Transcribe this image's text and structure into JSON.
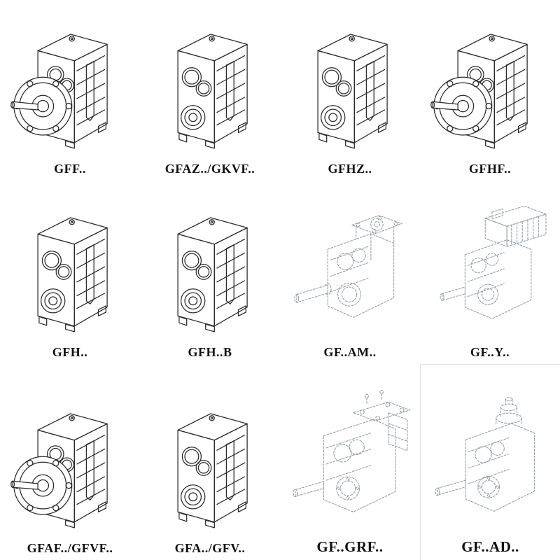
{
  "colors": {
    "background": "#ffffff",
    "solid_line": "#2b2b2b",
    "dashed_line": "#98a0a6",
    "label_text": "#101010"
  },
  "catalog": {
    "items": [
      {
        "label": "GFF..",
        "drawing": "flange-mounted-gearbox",
        "line_style": "solid"
      },
      {
        "label": "GFAZ../GKVF..",
        "drawing": "shaft-mounted-gearbox-face",
        "line_style": "solid"
      },
      {
        "label": "GFHZ..",
        "drawing": "shaft-mounted-gearbox-face",
        "line_style": "solid"
      },
      {
        "label": "GFHF..",
        "drawing": "flange-mounted-gearbox",
        "line_style": "solid"
      },
      {
        "label": "GFH..",
        "drawing": "shaft-mounted-gearbox-face",
        "line_style": "solid"
      },
      {
        "label": "GFH..B",
        "drawing": "shaft-mounted-gearbox-face",
        "line_style": "solid"
      },
      {
        "label": "GF..AM..",
        "drawing": "gearbox-with-top-flange-adapter",
        "line_style": "dashed"
      },
      {
        "label": "GF..Y..",
        "drawing": "gearbox-with-motor",
        "line_style": "dashed"
      },
      {
        "label": "GFAF../GFVF..",
        "drawing": "flange-mounted-gearbox",
        "line_style": "solid"
      },
      {
        "label": "GFA../GFV..",
        "drawing": "shaft-mounted-gearbox-face",
        "line_style": "solid"
      },
      {
        "label": "GF..GRF..",
        "drawing": "gearbox-with-torque-plate",
        "line_style": "dashed"
      },
      {
        "label": "GF..AD..",
        "drawing": "gearbox-with-input-adapter",
        "line_style": "dashed"
      }
    ]
  }
}
